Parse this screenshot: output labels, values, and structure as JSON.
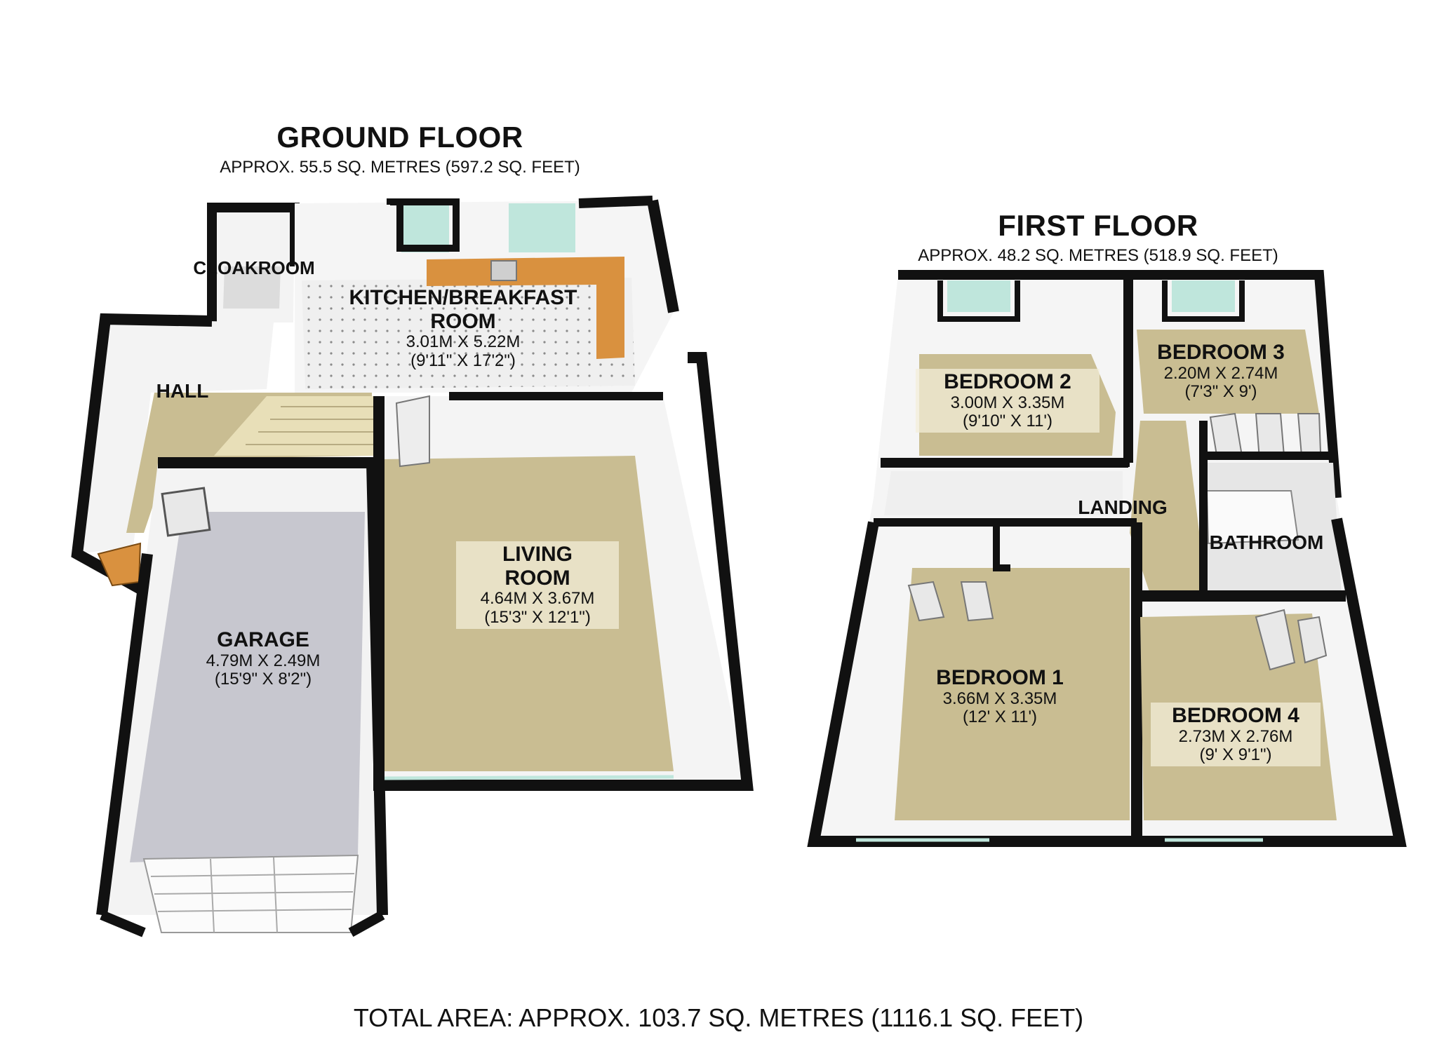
{
  "ground_floor": {
    "title": "GROUND FLOOR",
    "area": "APPROX. 55.5 SQ. METRES (597.2 SQ. FEET)",
    "rooms": {
      "cloakroom": {
        "name": "CLOAKROOM"
      },
      "kitchen": {
        "name_line1": "KITCHEN/BREAKFAST",
        "name_line2": "ROOM",
        "metric": "3.01M X 5.22M",
        "imperial": "(9'11\" X 17'2\")"
      },
      "hall": {
        "name": "HALL"
      },
      "living": {
        "name_line1": "LIVING",
        "name_line2": "ROOM",
        "metric": "4.64M X 3.67M",
        "imperial": "(15'3\" X 12'1\")"
      },
      "garage": {
        "name": "GARAGE",
        "metric": "4.79M X 2.49M",
        "imperial": "(15'9\" X 8'2\")"
      }
    }
  },
  "first_floor": {
    "title": "FIRST FLOOR",
    "area": "APPROX. 48.2 SQ. METRES (518.9 SQ. FEET)",
    "rooms": {
      "bedroom2": {
        "name": "BEDROOM 2",
        "metric": "3.00M X 3.35M",
        "imperial": "(9'10\" X 11')"
      },
      "bedroom3": {
        "name": "BEDROOM 3",
        "metric": "2.20M X 2.74M",
        "imperial": "(7'3\" X 9')"
      },
      "landing": {
        "name": "LANDING"
      },
      "bathroom": {
        "name": "BATHROOM"
      },
      "bedroom1": {
        "name": "BEDROOM 1",
        "metric": "3.66M X 3.35M",
        "imperial": "(12' X 11')"
      },
      "bedroom4": {
        "name": "BEDROOM 4",
        "metric": "2.73M X 2.76M",
        "imperial": "(9' X 9'1\")"
      }
    }
  },
  "total_area": "TOTAL AREA: APPROX. 103.7 SQ. METRES (1116.1 SQ. FEET)",
  "colors": {
    "wall": "#111111",
    "wall_face": "#f4f4f4",
    "carpet": "#c9bd92",
    "garage_floor": "#c7c7cf",
    "kitchen_floor": "#eeeeee",
    "worktop": "#d9913f",
    "window_glass": "#bfe6dc",
    "bath_floor": "#e6e6e6"
  }
}
